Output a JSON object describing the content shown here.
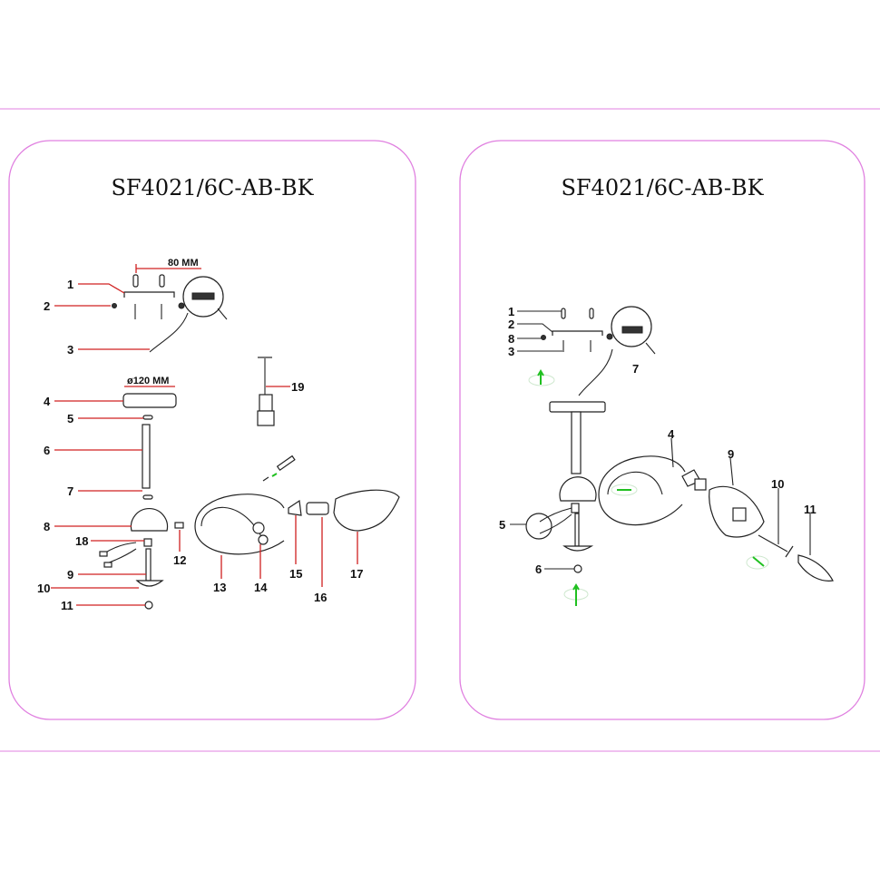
{
  "colors": {
    "frame": "#e080e0",
    "leader_left": "#d02020",
    "leader_right": "#222222",
    "arrow": "#20c020"
  },
  "left_panel": {
    "title": "SF4021/6C-AB-BK",
    "dimension_bracket": "80 MM",
    "dimension_canopy": "ø120 MM",
    "labels": [
      "1",
      "2",
      "3",
      "4",
      "5",
      "6",
      "7",
      "8",
      "18",
      "9",
      "10",
      "11",
      "12",
      "13",
      "14",
      "15",
      "16",
      "17",
      "19"
    ]
  },
  "right_panel": {
    "title": "SF4021/6C-AB-BK",
    "labels": [
      "1",
      "2",
      "8",
      "3",
      "7",
      "4",
      "9",
      "10",
      "11",
      "5",
      "6"
    ]
  }
}
